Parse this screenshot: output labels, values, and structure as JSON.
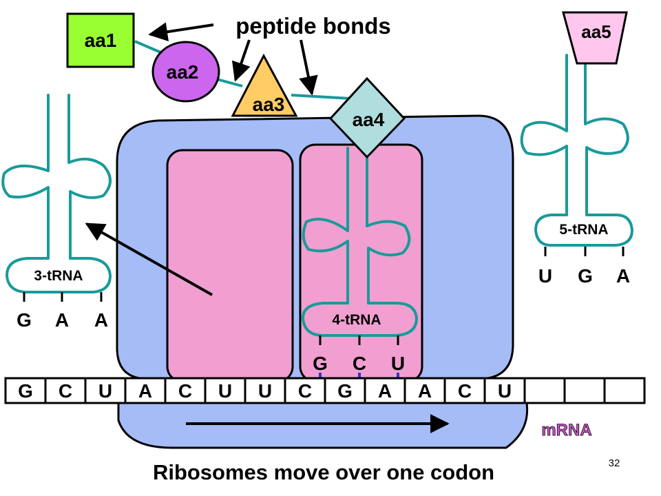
{
  "amino_acids": {
    "aa1": "aa1",
    "aa2": "aa2",
    "aa3": "aa3",
    "aa4": "aa4",
    "aa5": "aa5"
  },
  "peptide_label": "peptide bonds",
  "trnas": [
    {
      "label": "3-tRNA",
      "anticodon": [
        "G",
        "A",
        "A"
      ]
    },
    {
      "label": "4-tRNA",
      "anticodon": [
        "G",
        "C",
        "U"
      ]
    },
    {
      "label": "5-tRNA",
      "anticodon": [
        "U",
        "G",
        "A"
      ]
    }
  ],
  "mrna": {
    "label": "mRNA",
    "bases": [
      "G",
      "C",
      "U",
      "A",
      "C",
      "U",
      "U",
      "C",
      "G",
      "A",
      "A",
      "C",
      "U",
      "",
      "",
      ""
    ]
  },
  "caption": "Ribosomes move over one codon",
  "page_number": "32",
  "colors": {
    "ribosome": "#a6bcf7",
    "site": "#f09fd0",
    "trna": "#199a9a",
    "aa1": "#99ff33",
    "aa2": "#cc66ee",
    "aa3": "#ffcc66",
    "aa4": "#b0dede",
    "aa5": "#ffc6ee",
    "mrna_label": "#cc55cc"
  }
}
